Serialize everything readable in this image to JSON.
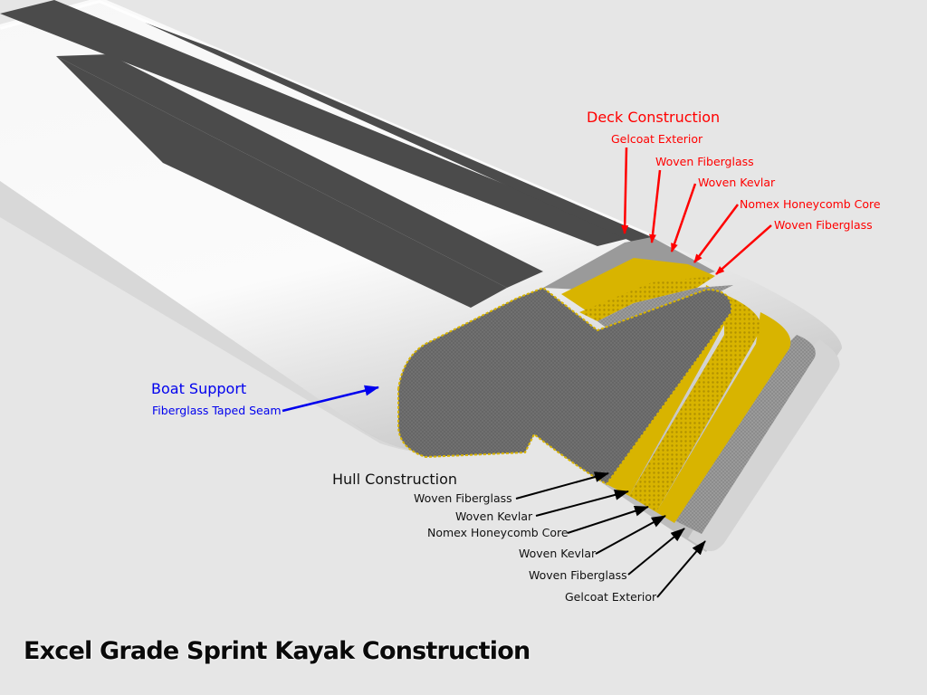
{
  "title": "Excel Grade Sprint Kayak Construction",
  "colors": {
    "background": "#e6e6e6",
    "deck_label": "#ff0000",
    "support_label": "#0000ee",
    "hull_label": "#111111",
    "kevlar": "#d8b400",
    "fiberglass": "#8e8e8e",
    "honeycomb": "#c9a300",
    "gelcoat": "#d4d4d4",
    "stripe": "#4a4a4a"
  },
  "deck": {
    "heading": "Deck Construction",
    "layers": [
      "Gelcoat Exterior",
      "Woven Fiberglass",
      "Woven Kevlar",
      "Nomex Honeycomb Core",
      "Woven Fiberglass"
    ]
  },
  "support": {
    "heading": "Boat Support",
    "items": [
      "Fiberglass Taped Seam"
    ]
  },
  "hull": {
    "heading": "Hull Construction",
    "layers": [
      "Woven Fiberglass",
      "Woven Kevlar",
      "Nomex Honeycomb Core",
      "Woven Kevlar",
      "Woven Fiberglass",
      "Gelcoat Exterior"
    ]
  }
}
